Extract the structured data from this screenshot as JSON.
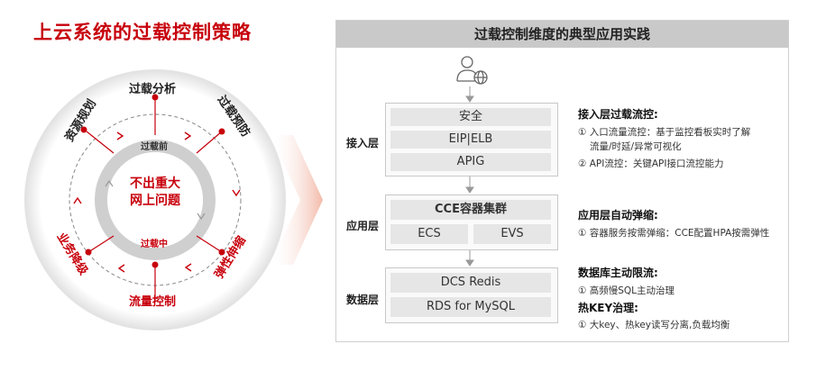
{
  "left": {
    "title": "上云系统的过载控制策略",
    "center_line1": "不出重大",
    "center_line2": "网上问题",
    "inner_top": "过载前",
    "inner_bottom": "过载中",
    "items": {
      "top": "过载分析",
      "top_right": "过载预防",
      "bottom_right": "弹性伸缩",
      "bottom": "流量控制",
      "bottom_left": "业务降级",
      "top_left": "资源规划"
    }
  },
  "right": {
    "header": "过载控制维度的典型应用实践",
    "layers": {
      "access": {
        "label": "接入层",
        "cells": [
          "安全",
          "EIP|ELB",
          "APIG"
        ],
        "desc_title": "接入层过载流控:",
        "desc_lines": [
          "① 入口流量流控：基于监控看板实时了解",
          "流量/时延/异常可视化",
          "② API流控：关键API接口流控能力"
        ]
      },
      "app": {
        "label": "应用层",
        "cell_top": "CCE容器集群",
        "cell_left": "ECS",
        "cell_right": "EVS",
        "desc_title": "应用层自动弹缩:",
        "desc_lines": [
          "① 容器服务按需弹缩：CCE配置HPA按需弹性"
        ]
      },
      "data": {
        "label": "数据层",
        "cells": [
          "DCS Redis",
          "RDS for MySQL"
        ],
        "desc_title": "数据库主动限流:",
        "desc_lines": [
          "① 高频慢SQL主动治理"
        ],
        "desc_title2": "热KEY治理:",
        "desc_lines2": [
          "① 大key、热key读写分离,负载均衡"
        ]
      }
    }
  },
  "colors": {
    "accent": "#c7000b",
    "ring": "#d0d0d0",
    "header": "#c9c9c9",
    "cell": "#e6e6e6"
  },
  "icons": {
    "user": "user-globe-icon",
    "arrow": "chevron-arrow-icon"
  }
}
